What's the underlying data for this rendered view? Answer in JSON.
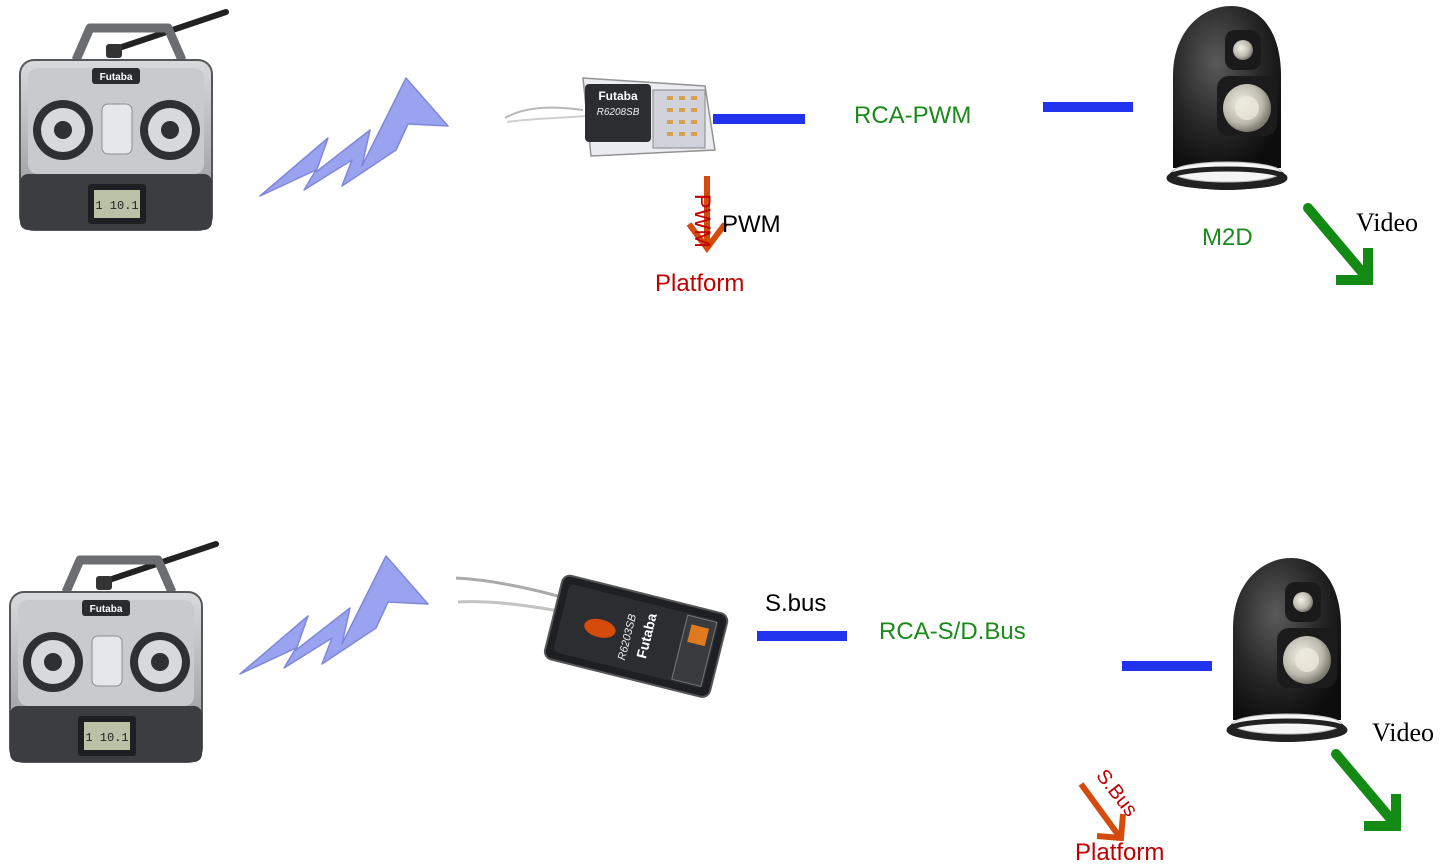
{
  "colors": {
    "bolt": "#9aa3ef",
    "bolt_stroke": "#7f88d8",
    "link_blue": "#2233ee",
    "green_text": "#1a8a1a",
    "green_arrow": "#138a13",
    "red_text": "#c00000",
    "orange_arrow": "#d44b0c",
    "black_text": "#000000"
  },
  "icons": {
    "transmitter": "rc-transmitter-icon",
    "receiver": "rc-receiver-icon",
    "camera": "ptz-dome-camera-icon",
    "bolt": "wireless-lightning-icon"
  },
  "top": {
    "transmitter_brand": "Futaba",
    "receiver_model": "R6208SB",
    "link_label": "RCA-PWM",
    "pwm_label": "PWM",
    "pwm_rotated_label": "PWM",
    "platform_label": "Platform",
    "camera_label": "M2D",
    "video_label": "Video"
  },
  "bottom": {
    "transmitter_brand": "Futaba",
    "receiver_model": "R6203SB",
    "sbus_label": "S.bus",
    "link_label": "RCA-S/D.Bus",
    "sbus_arrow_label": "S.Bus",
    "platform_label": "Platform",
    "video_label": "Video"
  }
}
